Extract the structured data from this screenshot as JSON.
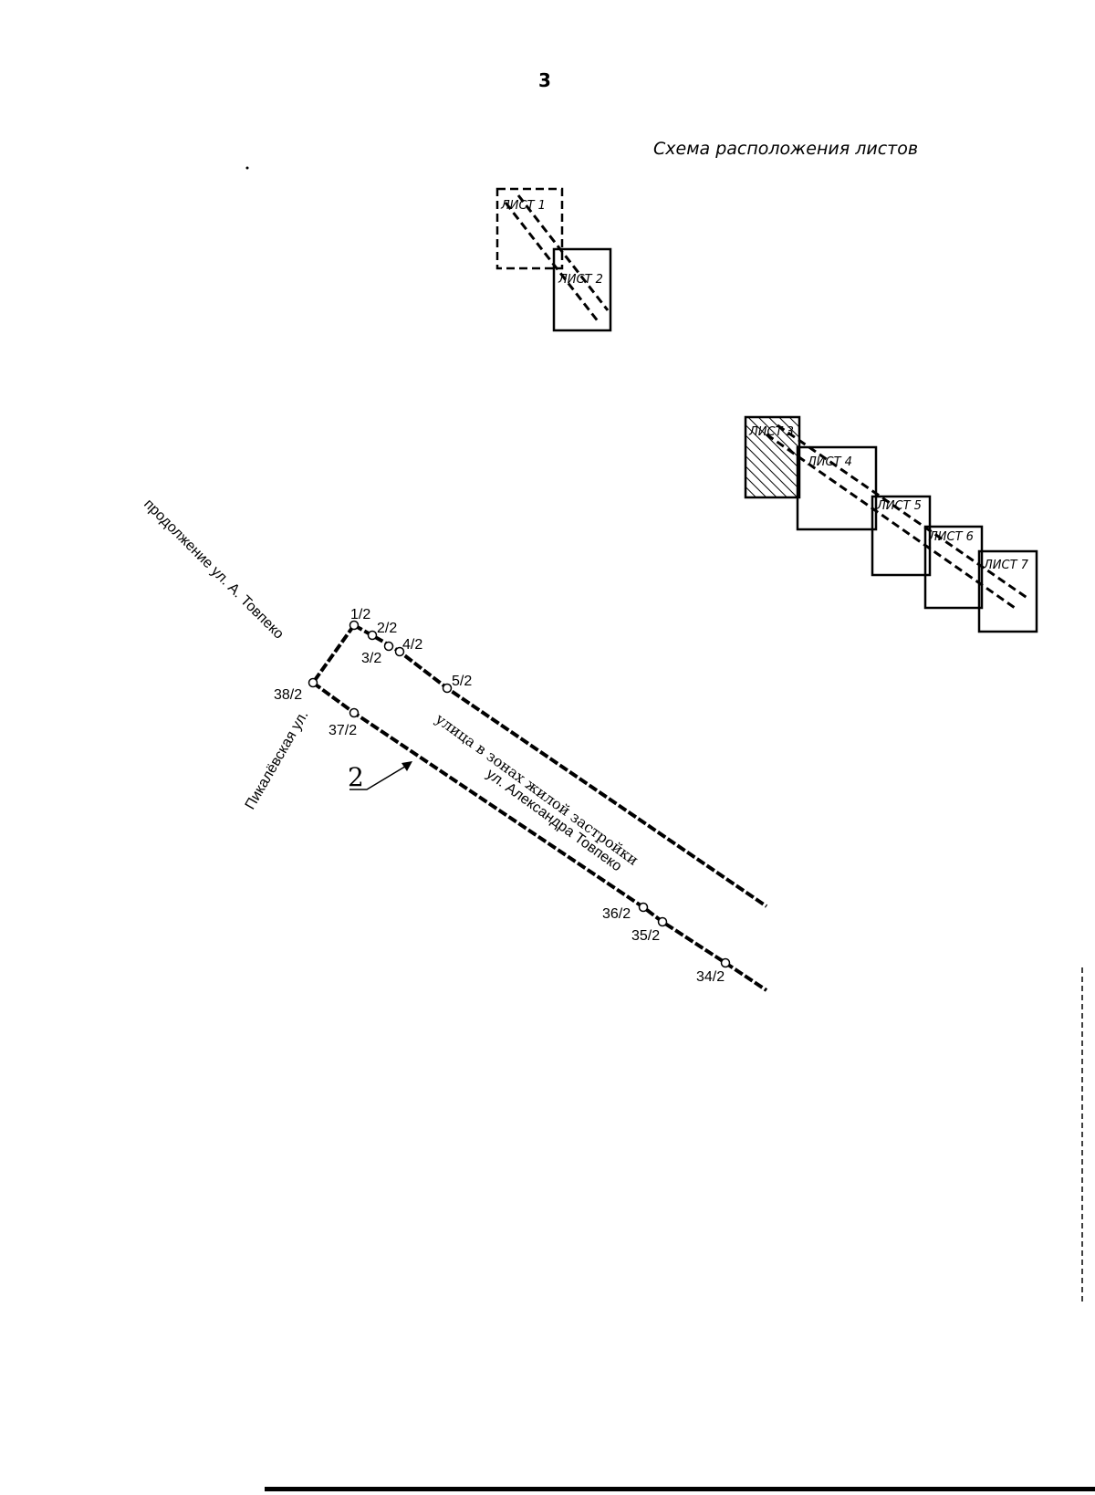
{
  "page_number": "3",
  "scheme_title": "Схема расположения листов",
  "sheets": [
    {
      "label": "ЛИСТ 1"
    },
    {
      "label": "ЛИСТ 2"
    },
    {
      "label": "ЛИСТ 3",
      "highlighted": true
    },
    {
      "label": "ЛИСТ 4"
    },
    {
      "label": "ЛИСТ 5"
    },
    {
      "label": "ЛИСТ 6"
    },
    {
      "label": "ЛИСТ 7"
    }
  ],
  "streets": {
    "continuation": "продолжение ул. А. Товпеко",
    "pikalevskaya": "Пикалёвская ул.",
    "zone": "улица в зонах жилой застройки",
    "tovpeko": "ул. Александра Товпеко"
  },
  "points": [
    "1/2",
    "2/2",
    "3/2",
    "4/2",
    "5/2",
    "38/2",
    "37/2",
    "36/2",
    "35/2",
    "34/2"
  ],
  "callout_label": "2"
}
